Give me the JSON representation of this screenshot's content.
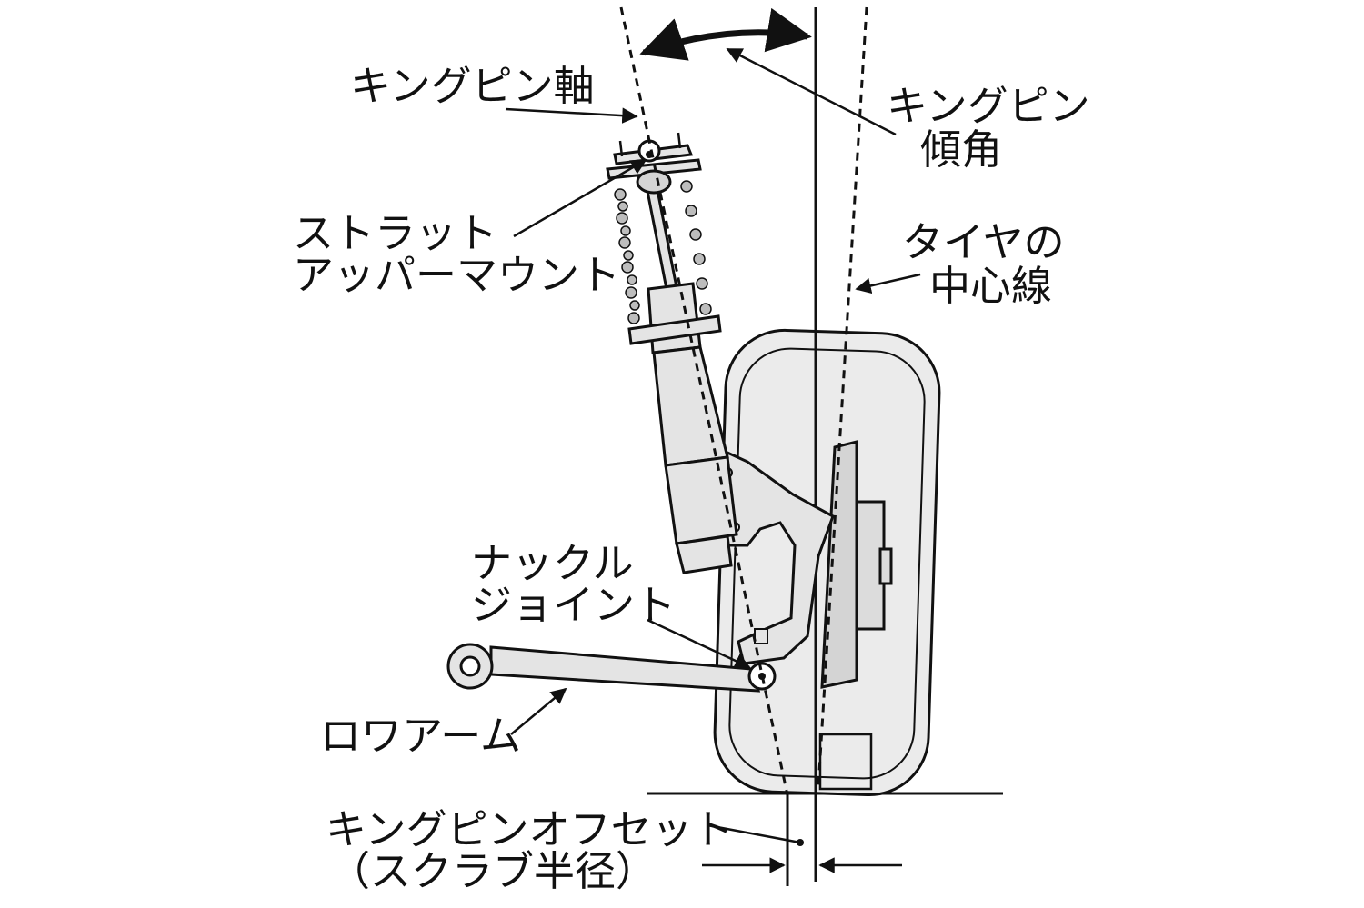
{
  "labels": {
    "kingpin_axis": "キングピン軸",
    "kingpin_angle_line1": "キングピン",
    "kingpin_angle_line2": "傾角",
    "strut_mount_line1": "ストラット",
    "strut_mount_line2": "アッパーマウント",
    "tire_center_line1": "タイヤの",
    "tire_center_line2": "中心線",
    "knuckle_line1": "ナックル",
    "knuckle_line2": "ジョイント",
    "lower_arm": "ロワアーム",
    "offset_line1": "キングピンオフセット",
    "offset_line2": "（スクラブ半径）"
  },
  "colors": {
    "line": "#111111",
    "part_fill": "#e4e4e4",
    "tire_fill": "#ebebeb",
    "background": "#ffffff"
  }
}
